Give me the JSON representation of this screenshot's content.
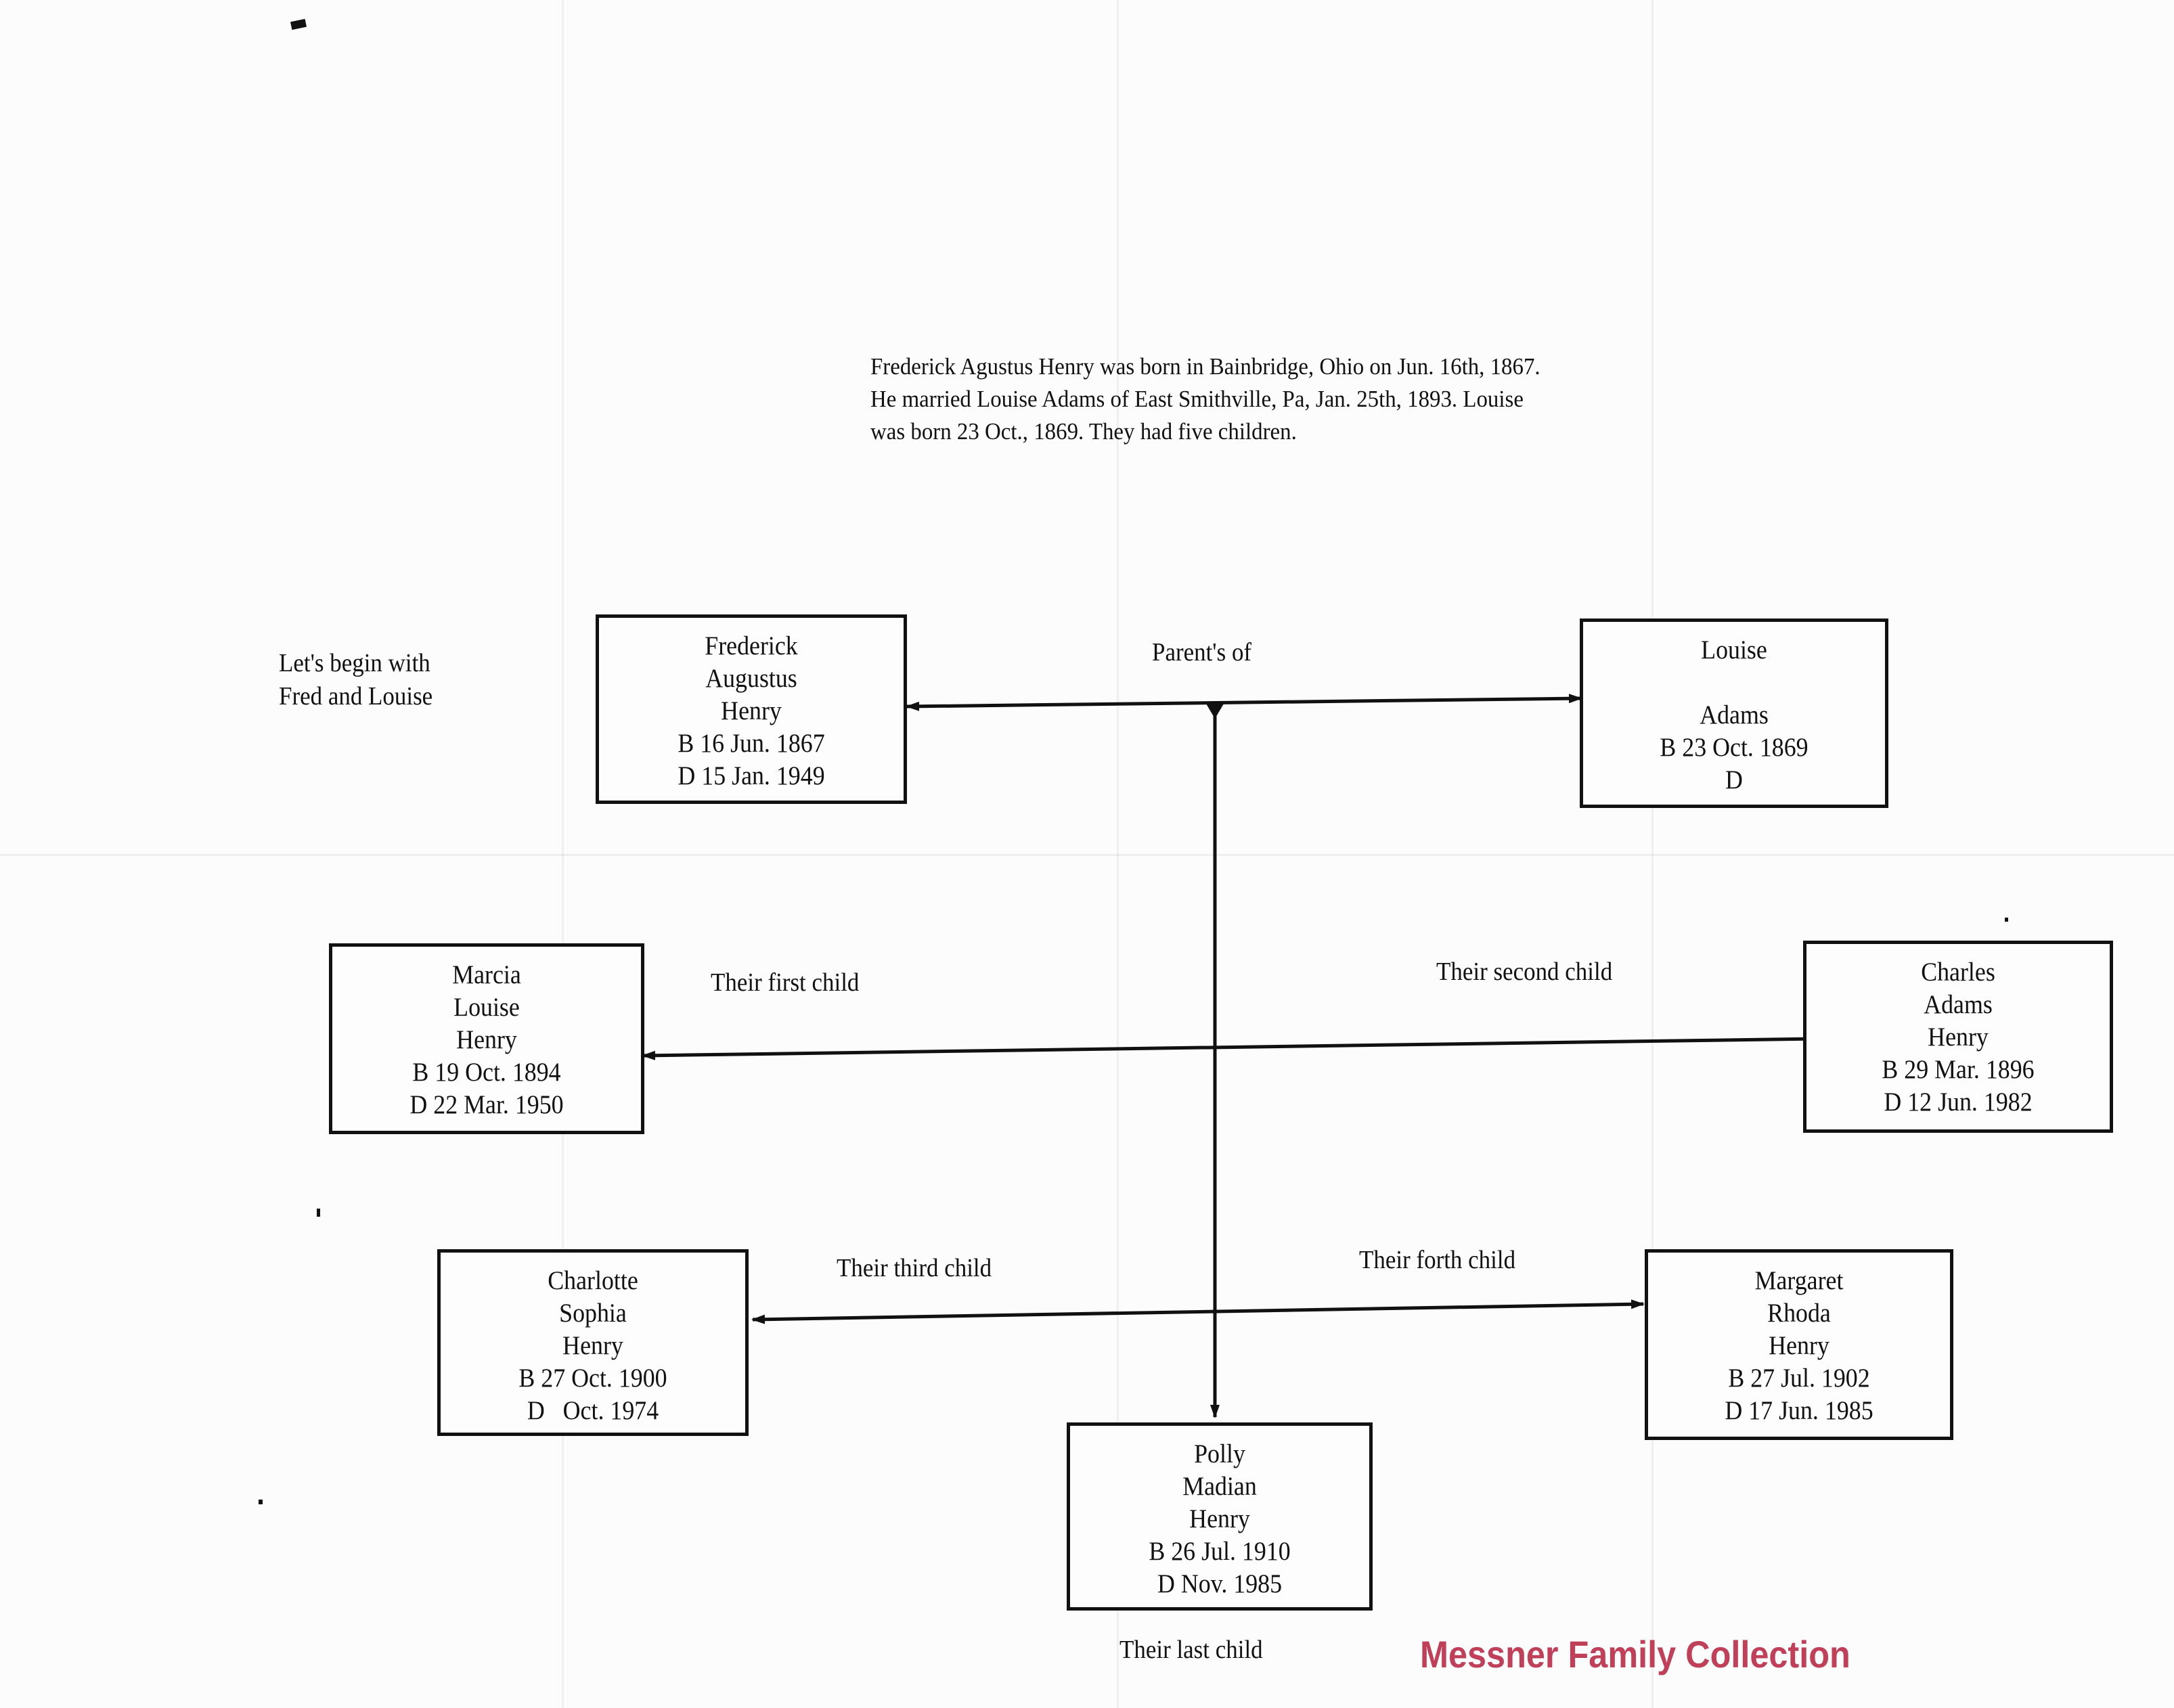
{
  "intro_text": [
    "Frederick Agustus Henry was born in Bainbridge, Ohio on Jun. 16th, 1867.",
    "He married Louise Adams of East Smithville, Pa, Jan. 25th, 1893. Louise",
    "was born 23 Oct., 1869. They had five children."
  ],
  "side_note": [
    "Let's begin with",
    "Fred and Louise"
  ],
  "people": {
    "frederick": [
      "Frederick",
      "Augustus",
      "Henry",
      "B 16 Jun. 1867",
      "D 15 Jan. 1949"
    ],
    "louise": [
      "Louise",
      "",
      "Adams",
      "B 23 Oct. 1869",
      "D"
    ],
    "marcia": [
      "Marcia",
      "Louise",
      "Henry",
      "B 19 Oct. 1894",
      "D 22 Mar. 1950"
    ],
    "charles": [
      "Charles",
      "Adams",
      "Henry",
      "B 29 Mar. 1896",
      "D 12 Jun. 1982"
    ],
    "charlotte": [
      "Charlotte",
      "Sophia",
      "Henry",
      "B 27 Oct. 1900",
      "D   Oct. 1974"
    ],
    "margaret": [
      "Margaret",
      "Rhoda",
      "Henry",
      "B 27 Jul. 1902",
      "D 17 Jun. 1985"
    ],
    "polly": [
      "Polly",
      "Madian",
      "Henry",
      "B 26 Jul. 1910",
      "D Nov. 1985"
    ]
  },
  "labels": {
    "parents": "Parent's of",
    "first_child": "Their first child",
    "second_child": "Their second child",
    "third_child": "Their third child",
    "fourth_child": "Their forth child",
    "last_child": "Their last child"
  },
  "watermark": {
    "text": "Messner Family Collection",
    "color": "#c0405a"
  },
  "colors": {
    "ink": "#111111",
    "paper": "#fcfcfc"
  }
}
